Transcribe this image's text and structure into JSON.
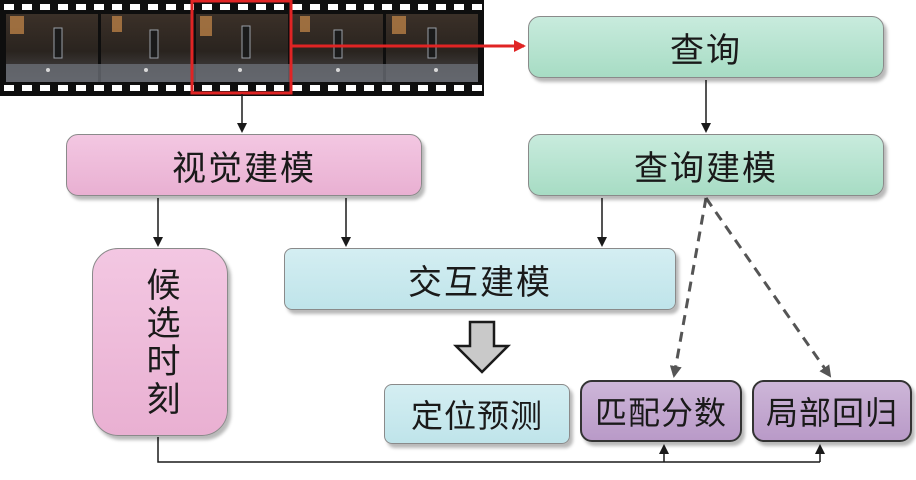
{
  "nodes": {
    "query": "查询",
    "query_modeling": "查询建模",
    "visual_modeling": "视觉建模",
    "interaction_modeling": "交互建模",
    "candidate_moments": "候选时刻",
    "localization_prediction": "定位预测",
    "matching_score": "匹配分数",
    "local_regression": "局部回归"
  },
  "colors": {
    "pink": "#e9b0d2",
    "green": "#a7dcc4",
    "cyan": "#bfe4ea",
    "purple": "#b99ac8",
    "highlight": "#e02424"
  }
}
